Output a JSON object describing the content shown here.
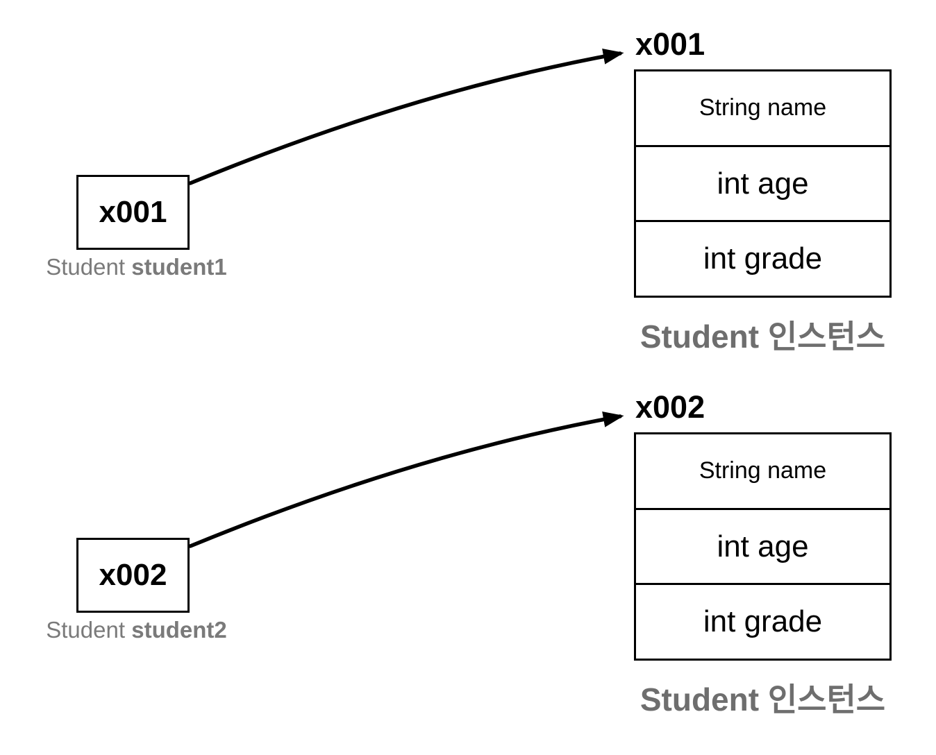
{
  "diagrams": [
    {
      "reference": {
        "address": "x001",
        "caption_type": "Student",
        "caption_var": "student1"
      },
      "instance": {
        "address": "x001",
        "fields": [
          "String name",
          "int age",
          "int grade"
        ],
        "caption": "Student 인스턴스"
      }
    },
    {
      "reference": {
        "address": "x002",
        "caption_type": "Student",
        "caption_var": "student2"
      },
      "instance": {
        "address": "x002",
        "fields": [
          "String name",
          "int age",
          "int grade"
        ],
        "caption": "Student 인스턴스"
      }
    }
  ],
  "colors": {
    "background": "#ffffff",
    "line": "#000000",
    "text": "#000000",
    "reference_caption_gray": "#7a7a7a",
    "instance_caption_gray": "#6e6e6e"
  }
}
